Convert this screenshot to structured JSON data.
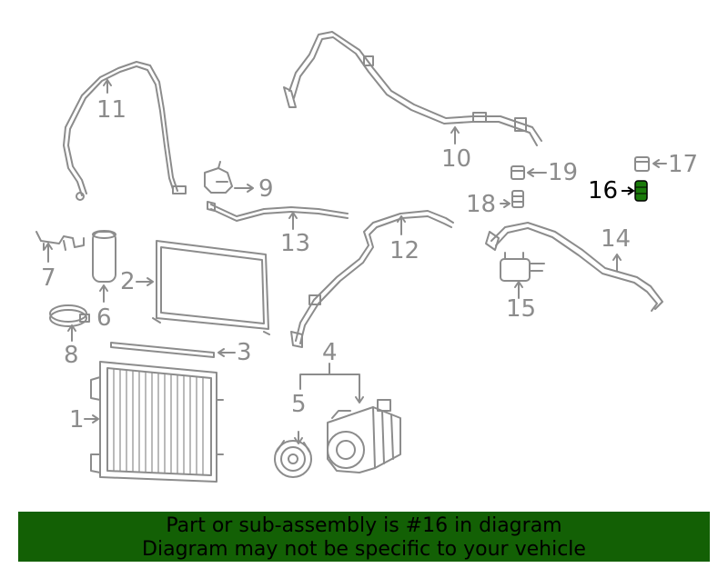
{
  "callouts": {
    "c1": "1",
    "c2": "2",
    "c3": "3",
    "c4": "4",
    "c5": "5",
    "c6": "6",
    "c7": "7",
    "c8": "8",
    "c9": "9",
    "c10": "10",
    "c11": "11",
    "c12": "12",
    "c13": "13",
    "c14": "14",
    "c15": "15",
    "c16": "16",
    "c17": "17",
    "c18": "18",
    "c19": "19"
  },
  "highlighted_part": "16",
  "colors": {
    "line": "#8c8c8c",
    "highlight_part": "#1a7a0a",
    "banner_bg": "#136005",
    "banner_text": "#000000"
  },
  "banner": {
    "line1": "Part or sub-assembly is #16 in diagram",
    "line2": "Diagram may not be specific to your vehicle"
  }
}
